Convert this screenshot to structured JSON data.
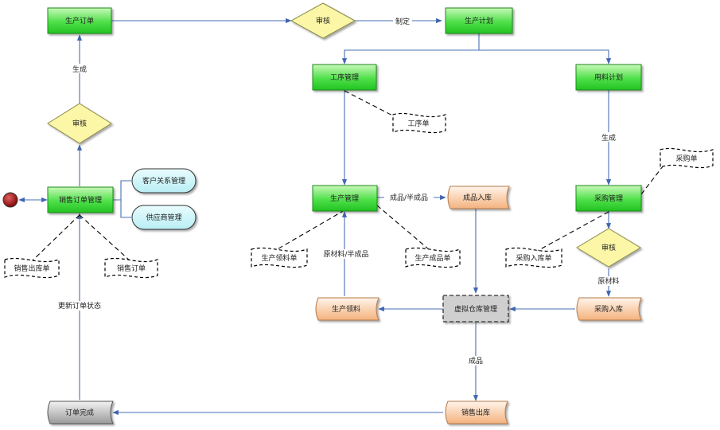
{
  "nodes": {
    "production_order": "生产订单",
    "review_top": "审核",
    "production_plan": "生产计划",
    "process_mgmt": "工序管理",
    "material_plan": "用料计划",
    "process_sheet": "工序单",
    "purchase_sheet": "采购单",
    "production_mgmt": "生产管理",
    "prod_inbound": "成品入库",
    "purchase_mgmt": "采购管理",
    "prod_requisition_sheet": "生产领料单",
    "prod_finished_sheet": "生产成品单",
    "purchase_inbound_sheet": "采购入库单",
    "review_purchase": "审核",
    "prod_requisition": "生产领料",
    "virtual_warehouse": "虚拟仓库管理",
    "purchase_inbound": "采购入库",
    "sales_outbound": "销售出库",
    "order_complete": "订单完成",
    "sales_order_mgmt": "销售订单管理",
    "review_left": "审核",
    "crm": "客户关系管理",
    "supplier_mgmt": "供应商管理",
    "sales_outbound_sheet": "销售出库单",
    "sales_order_sheet": "销售订单"
  },
  "edge_labels": {
    "formulate": "制定",
    "generate_left": "生成",
    "generate_right": "生成",
    "finished_semi": "成品/半成品",
    "raw_semi": "原材料/半成品",
    "raw_material": "原材料",
    "finished": "成品",
    "update_status": "更新订单状态"
  },
  "colors": {
    "process_green_top": "#b7f5a6",
    "process_green_bottom": "#22cc22",
    "decision_yellow": "#fcf7a6",
    "document_orange_top": "#fff0e0",
    "document_orange_bottom": "#f5b885",
    "warehouse_gray": "#cccccc",
    "complete_gray": "#a9a9a9",
    "rounded_cyan": "#ccf6fa",
    "connector": "#4a6fb5",
    "start_dot": "#8b0000"
  }
}
